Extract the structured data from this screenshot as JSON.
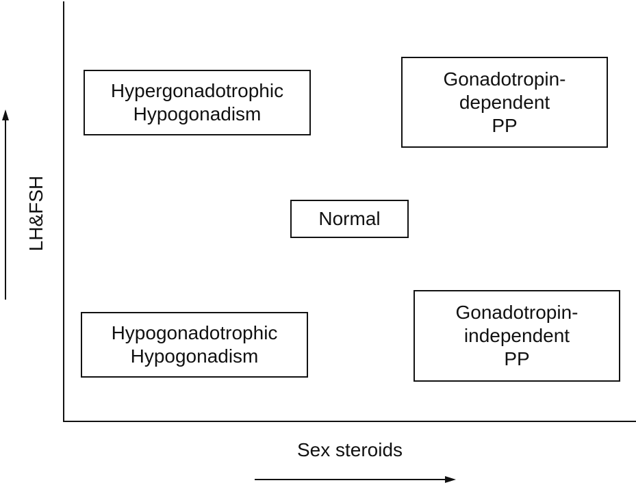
{
  "axes": {
    "y_label": "LH&FSH",
    "x_label": "Sex steroids"
  },
  "boxes": {
    "hypergonadotrophic": {
      "lines": [
        "Hypergonadotrophic",
        "Hypogonadism"
      ]
    },
    "gonadotropin_dependent": {
      "lines": [
        "Gonadotropin-",
        "dependent",
        "PP"
      ]
    },
    "normal": {
      "lines": [
        "Normal"
      ]
    },
    "hypogonadotrophic": {
      "lines": [
        "Hypogonadotrophic",
        "Hypogonadism"
      ]
    },
    "gonadotropin_independent": {
      "lines": [
        "Gonadotropin-",
        "independent",
        "PP"
      ]
    }
  },
  "colors": {
    "stroke": "#111111",
    "background": "#ffffff"
  }
}
